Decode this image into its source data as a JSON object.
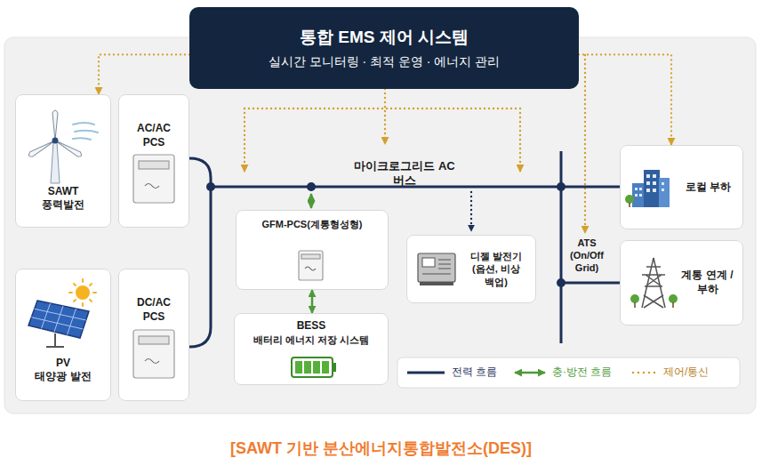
{
  "diagram": {
    "caption": "[SAWT 기반 분산에너지통합발전소(DES)]",
    "nodes": [
      {
        "text": [
          "통합 EMS 제어 시스템",
          "실시간 모니터링 · 최적 운영 · 에너지 관리"
        ]
      },
      {
        "text": [
          "SAWT",
          "풍력발전"
        ]
      },
      {
        "text": [
          "AC/AC PCS"
        ]
      },
      {
        "text": [
          "PV",
          "태양광 발전"
        ]
      },
      {
        "text": [
          "DC/AC PCS"
        ]
      },
      {
        "text": [
          "GFM-PCS(계통형성형)"
        ]
      },
      {
        "text": [
          "BESS",
          "배터리 에너지 저장 시스템"
        ]
      },
      {
        "text": [
          "디젤 발전기 (옵션, 비상 백업)"
        ]
      },
      {
        "text": [
          "로컬 부하"
        ]
      },
      {
        "text": [
          "계통 연계 /부하"
        ]
      }
    ],
    "edges": [
      {
        "from": 0,
        "to": 1,
        "arrow": "to"
      },
      {
        "from": 0,
        "to": 8,
        "arrow": "to"
      },
      {
        "from": 5,
        "to": 6,
        "arrow": "both"
      }
    ],
    "labels": [
      "마이크로그리드 AC 버스",
      "ATS (On/Off Grid)"
    ],
    "legend": [
      {
        "text": "전력 흐름"
      },
      {
        "text": "충·방전 흐름"
      },
      {
        "text": "제어/통신"
      }
    ]
  }
}
